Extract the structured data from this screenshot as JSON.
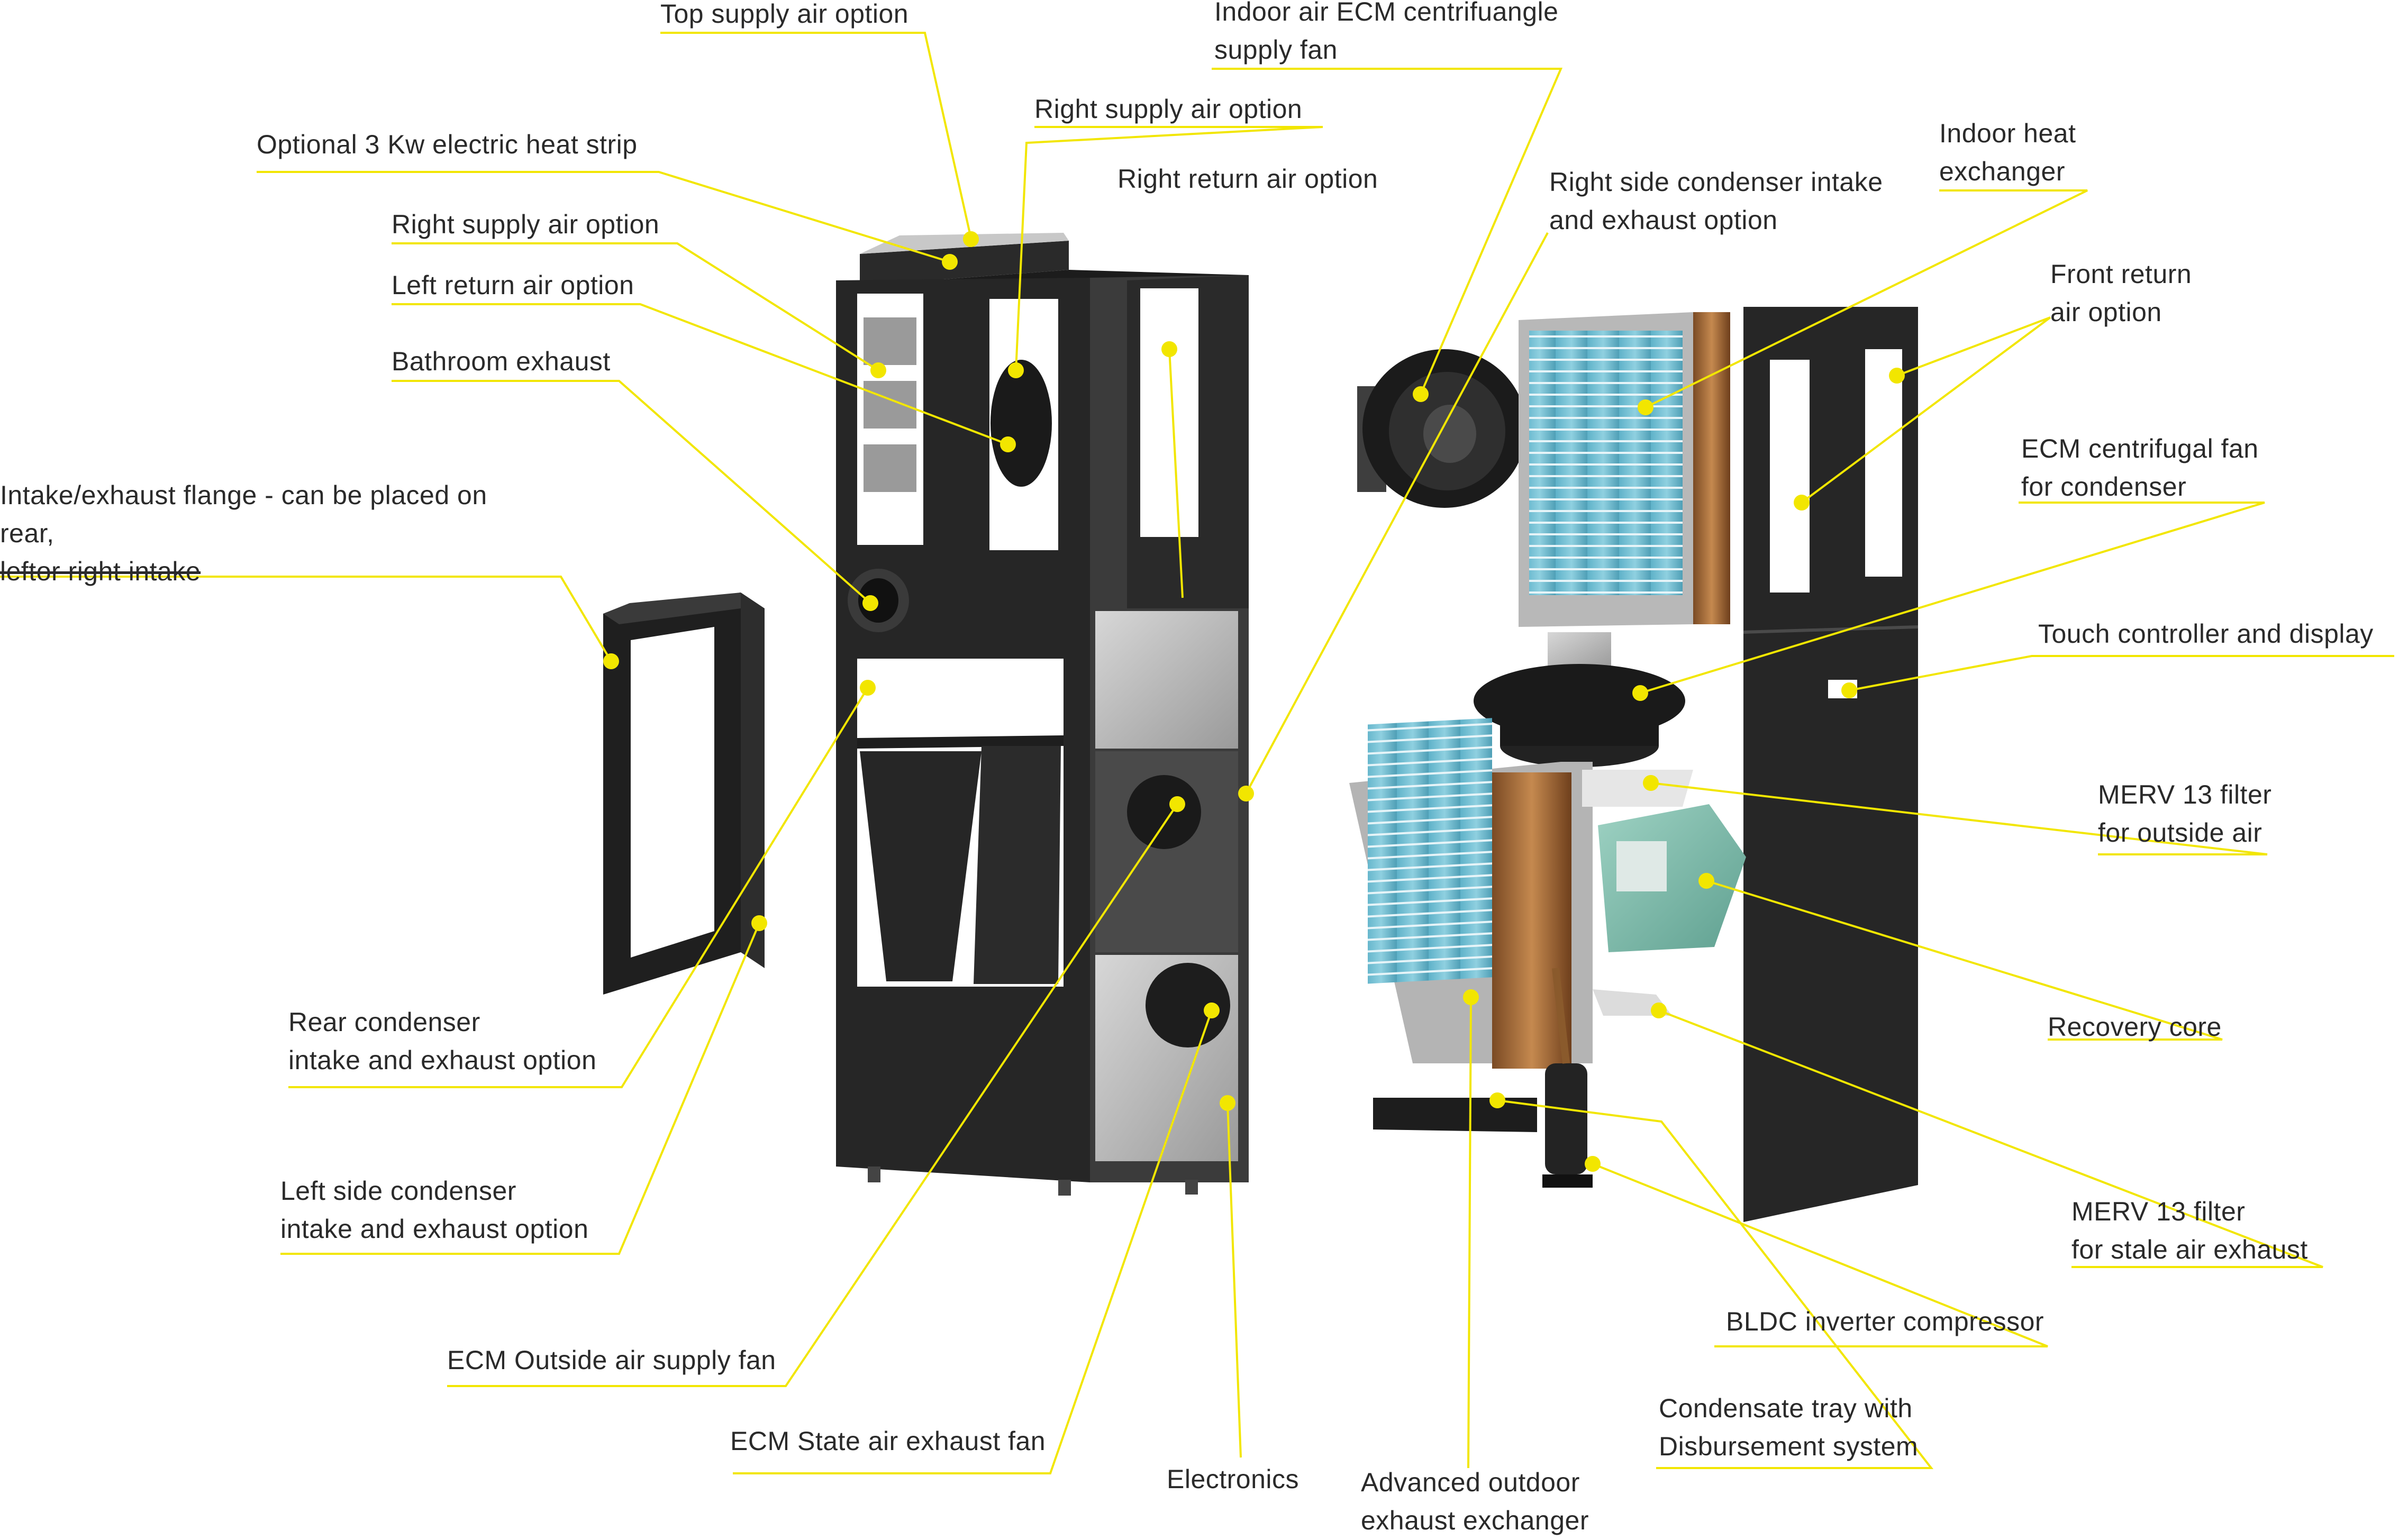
{
  "diagram": {
    "accent_color": "#f2e600",
    "labels": [
      {
        "id": "top-supply",
        "lines": [
          "Top supply air option"
        ]
      },
      {
        "id": "indoor-ecm-fan",
        "lines": [
          "Indoor air ECM centrifuangle",
          "supply fan"
        ]
      },
      {
        "id": "right-supply-top",
        "lines": [
          "Right supply air option"
        ]
      },
      {
        "id": "heat-strip",
        "lines": [
          "Optional 3 Kw electric heat strip"
        ]
      },
      {
        "id": "right-return",
        "lines": [
          "Right return  air option"
        ]
      },
      {
        "id": "right-condenser",
        "lines": [
          "Right side condenser intake",
          "and exhaust option"
        ]
      },
      {
        "id": "indoor-heat-exchanger",
        "lines": [
          "Indoor heat",
          "exchanger"
        ]
      },
      {
        "id": "right-supply-left",
        "lines": [
          "Right supply air option"
        ]
      },
      {
        "id": "left-return",
        "lines": [
          "Left return air option"
        ]
      },
      {
        "id": "front-return",
        "lines": [
          "Front return",
          "air option"
        ]
      },
      {
        "id": "bathroom-exhaust",
        "lines": [
          "Bathroom exhaust"
        ]
      },
      {
        "id": "ecm-condenser-fan",
        "lines": [
          "ECM centrifugal fan",
          "for condenser"
        ]
      },
      {
        "id": "intake-flange",
        "lines": [
          "Intake/exhaust flange - can be placed on",
          "rear,",
          "leftor right intake"
        ]
      },
      {
        "id": "touch-controller",
        "lines": [
          "Touch controller and display"
        ]
      },
      {
        "id": "merv-outside",
        "lines": [
          "MERV 13 filter",
          "for outside air"
        ]
      },
      {
        "id": "rear-condenser",
        "lines": [
          "Rear condenser",
          "intake and exhaust option"
        ]
      },
      {
        "id": "recovery-core",
        "lines": [
          "Recovery core"
        ]
      },
      {
        "id": "left-condenser",
        "lines": [
          "Left side condenser",
          "intake and exhaust option"
        ]
      },
      {
        "id": "merv-stale",
        "lines": [
          "MERV 13 filter",
          "for stale air exhaust"
        ]
      },
      {
        "id": "bldc-compressor",
        "lines": [
          "BLDC inverter compressor"
        ]
      },
      {
        "id": "ecm-outside-fan",
        "lines": [
          "ECM Outside air supply fan"
        ]
      },
      {
        "id": "condensate-tray",
        "lines": [
          "Condensate tray with",
          "Disbursement system"
        ]
      },
      {
        "id": "ecm-exhaust-fan",
        "lines": [
          "ECM State air exhaust fan"
        ]
      },
      {
        "id": "electronics",
        "lines": [
          "Electronics"
        ]
      },
      {
        "id": "outdoor-exchanger",
        "lines": [
          "Advanced outdoor",
          "exhaust exchanger"
        ]
      }
    ]
  }
}
